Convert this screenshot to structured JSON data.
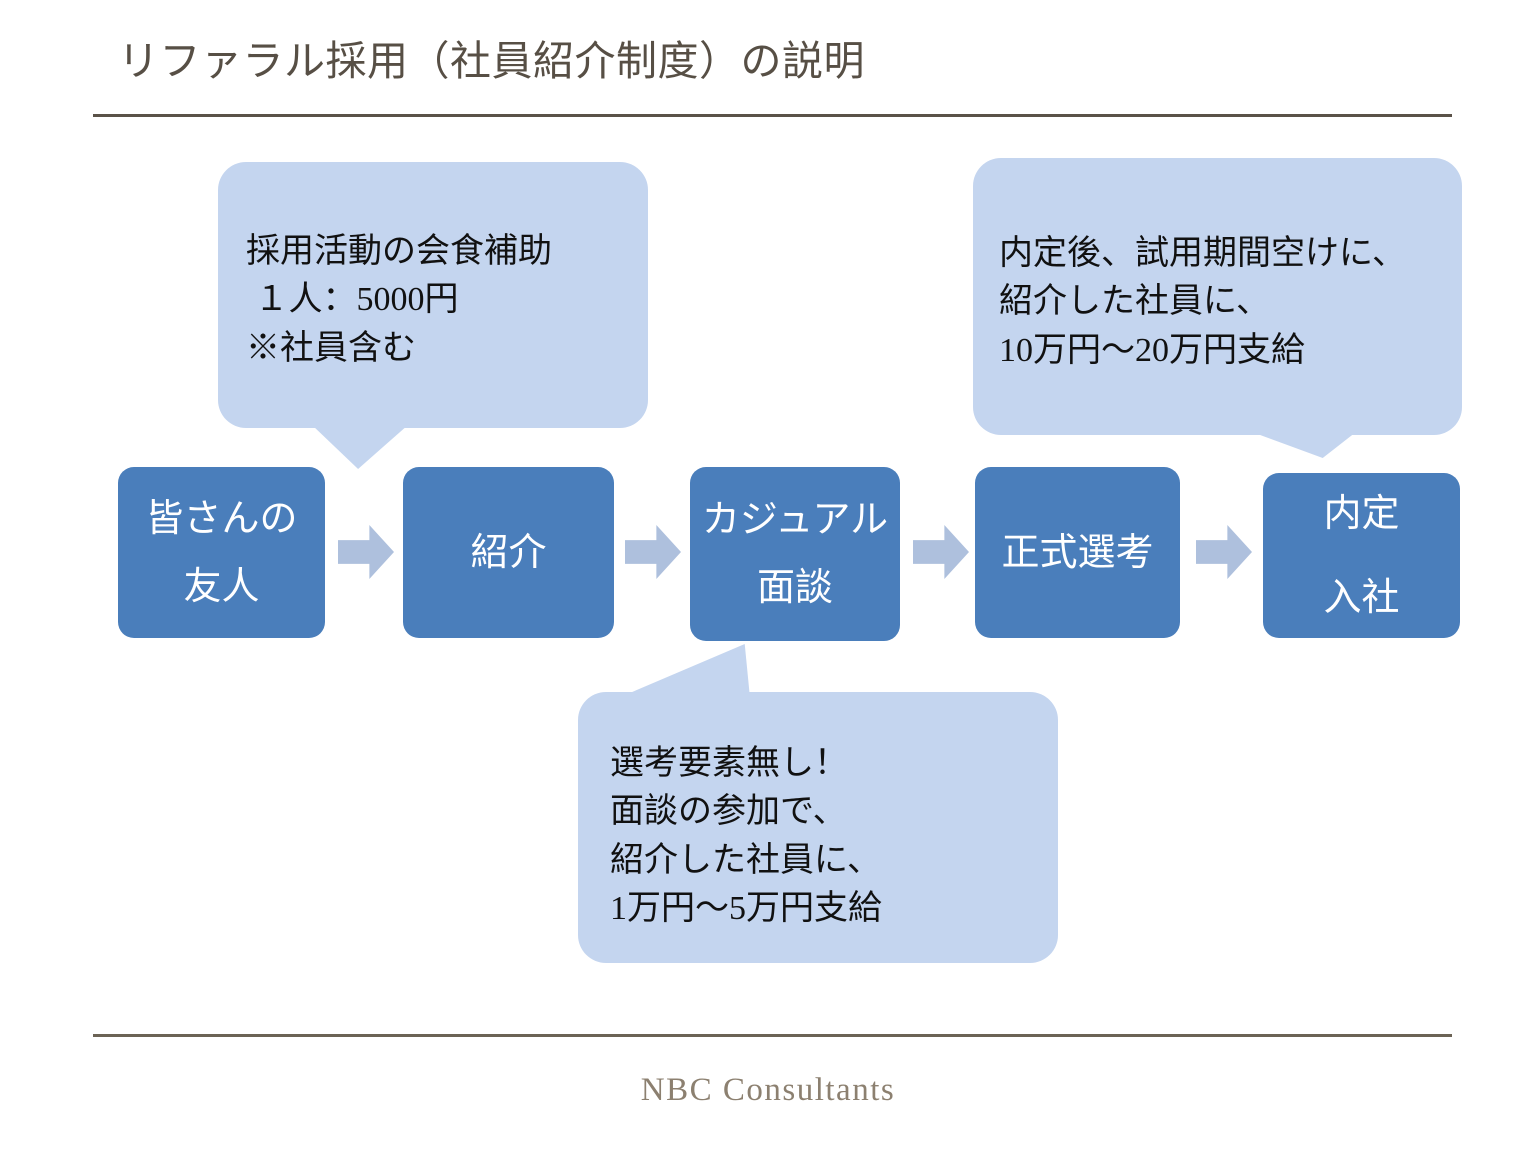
{
  "slide": {
    "title": "リファラル採用（社員紹介制度）の説明",
    "footer": "NBC Consultants",
    "colors": {
      "process_box": "#4a7ebb",
      "callout": "#c4d5ef",
      "arrow": "#aec0dd",
      "title_text": "#574f45",
      "footer_text": "#8c8070",
      "box_text": "#ffffff",
      "callout_text": "#111111"
    }
  },
  "process": {
    "steps": [
      {
        "id": "friends",
        "lines": [
          "皆さんの",
          "友人"
        ]
      },
      {
        "id": "referral",
        "lines": [
          "紹介"
        ]
      },
      {
        "id": "casual",
        "lines": [
          "カジュアル",
          "面談"
        ]
      },
      {
        "id": "formal",
        "lines": [
          "正式選考"
        ]
      },
      {
        "id": "offer",
        "lines": [
          "内定",
          "入社"
        ]
      }
    ],
    "arrows": [
      "arrow-right-icon",
      "arrow-right-icon",
      "arrow-right-icon",
      "arrow-right-icon"
    ]
  },
  "callouts": [
    {
      "id": "meal",
      "attached_to": "referral",
      "tail_direction": "down",
      "text": "採用活動の会食補助\n １人：5000円\n※社員含む"
    },
    {
      "id": "offer_bonus",
      "attached_to": "offer",
      "tail_direction": "down",
      "text": "内定後、試用期間空けに、\n紹介した社員に、\n10万円～20万円支給"
    },
    {
      "id": "casual_bonus",
      "attached_to": "casual",
      "tail_direction": "up-right",
      "text": "選考要素無し！\n面談の参加で、\n紹介した社員に、\n1万円～5万円支給"
    }
  ]
}
